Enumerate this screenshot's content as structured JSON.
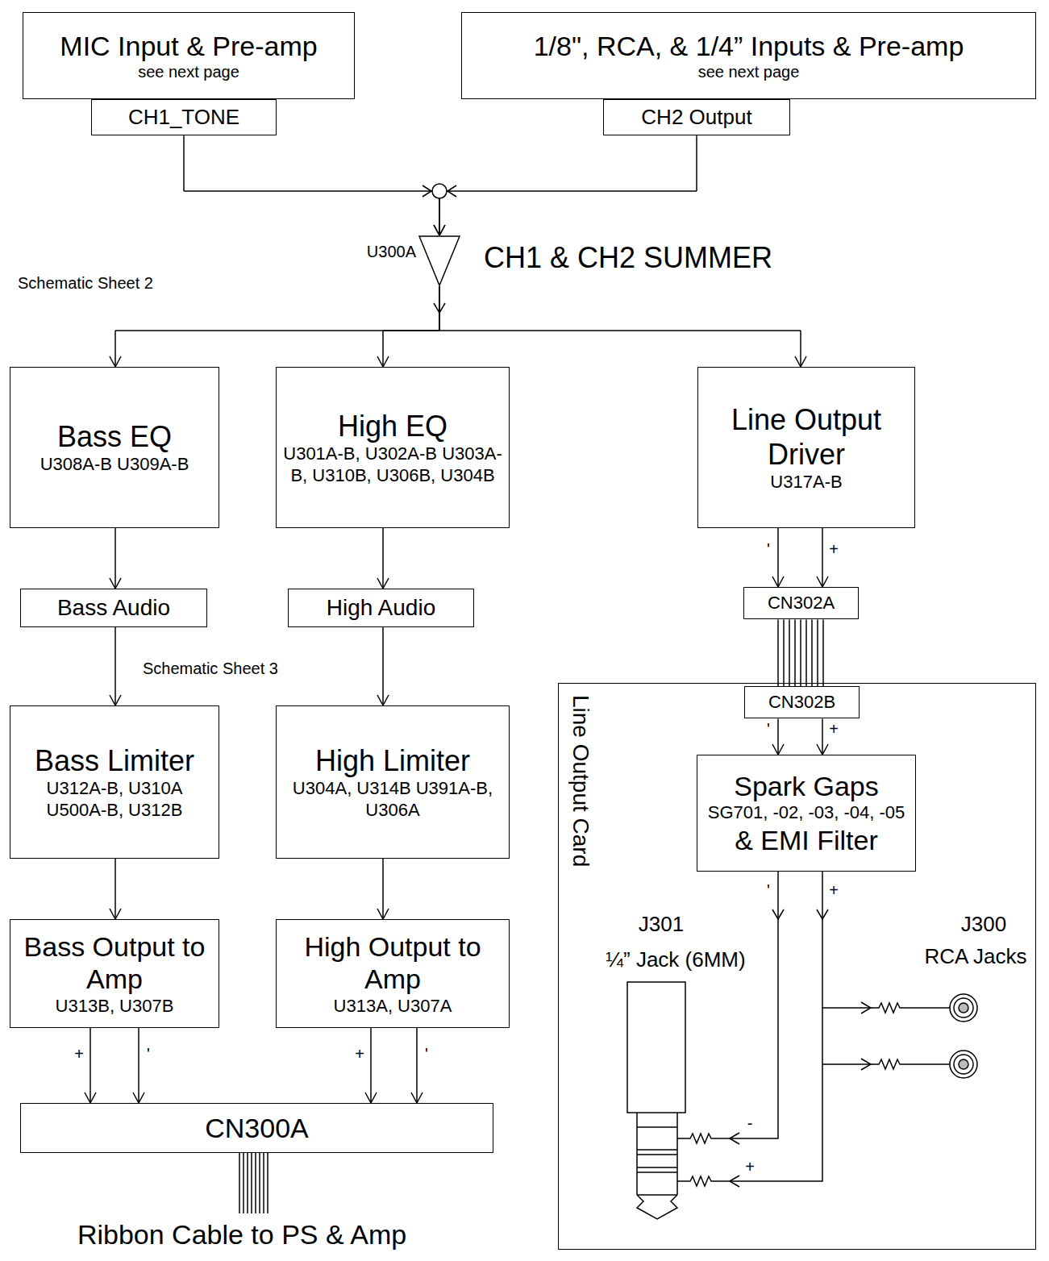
{
  "diagram": {
    "nodes": [
      {
        "text": [
          "MIC Input & Pre-amp",
          "see next page"
        ]
      },
      {
        "text": [
          "CH1_TONE"
        ]
      },
      {
        "text": [
          "1/8\", RCA, & 1/4” Inputs & Pre-amp",
          "see next page"
        ]
      },
      {
        "text": [
          "CH2 Output"
        ]
      },
      {
        "text": [
          "U300A",
          "CH1 & CH2 SUMMER"
        ]
      },
      {
        "text": [
          "Bass EQ",
          "U308A-B U309A-B"
        ]
      },
      {
        "text": [
          "High EQ",
          "U301A-B, U302A-B U303A-B, U310B, U306B, U304B"
        ]
      },
      {
        "text": [
          "Line Output Driver",
          "U317A-B"
        ]
      },
      {
        "text": [
          "Bass Audio"
        ]
      },
      {
        "text": [
          "High Audio"
        ]
      },
      {
        "text": [
          "Bass Limiter",
          "U312A-B, U310A U500A-B, U312B"
        ]
      },
      {
        "text": [
          "High Limiter",
          "U304A, U314B U391A-B, U306A"
        ]
      },
      {
        "text": [
          "Bass Output to Amp",
          "U313B, U307B"
        ]
      },
      {
        "text": [
          "High Output to Amp",
          "U313A, U307A"
        ]
      },
      {
        "text": [
          "CN300A"
        ]
      },
      {
        "text": [
          "CN302A"
        ]
      },
      {
        "text": [
          "Line Output Card"
        ]
      },
      {
        "text": [
          "CN302B"
        ],
        "in": 16
      },
      {
        "text": [
          "Spark Gaps",
          "SG701, -02, -03, -04, -05",
          "& EMI Filter"
        ],
        "in": 16
      }
    ],
    "edges": [
      {
        "from": 1,
        "to": 4,
        "arrow": "to"
      },
      {
        "from": 3,
        "to": 4,
        "arrow": "to"
      },
      {
        "from": 4,
        "to": 5,
        "arrow": "to"
      },
      {
        "from": 4,
        "to": 6,
        "arrow": "to"
      },
      {
        "from": 4,
        "to": 7,
        "arrow": "to"
      },
      {
        "from": 5,
        "to": 8,
        "arrow": "to"
      },
      {
        "from": 6,
        "to": 9,
        "arrow": "to"
      },
      {
        "from": 8,
        "to": 10,
        "arrow": "to"
      },
      {
        "from": 9,
        "to": 11,
        "arrow": "to"
      },
      {
        "from": 10,
        "to": 12,
        "arrow": "to"
      },
      {
        "from": 11,
        "to": 13,
        "arrow": "to"
      },
      {
        "from": 12,
        "to": 14,
        "label": "+",
        "arrow": "to"
      },
      {
        "from": 12,
        "to": 14,
        "label": "'",
        "arrow": "to"
      },
      {
        "from": 13,
        "to": 14,
        "label": "+",
        "arrow": "to"
      },
      {
        "from": 13,
        "to": 14,
        "label": "'",
        "arrow": "to"
      },
      {
        "from": 7,
        "to": 15,
        "label": "'",
        "arrow": "to"
      },
      {
        "from": 7,
        "to": 15,
        "label": "+",
        "arrow": "to"
      },
      {
        "from": 15,
        "to": 17,
        "arrow": "none"
      },
      {
        "from": 17,
        "to": 18,
        "label": "'",
        "arrow": "to"
      },
      {
        "from": 17,
        "to": 18,
        "label": "+",
        "arrow": "to"
      }
    ],
    "labels": [
      "Schematic Sheet 2",
      "Schematic Sheet 3",
      "Ribbon Cable to PS & Amp",
      "J301",
      "¼” Jack (6MM)",
      "J300",
      "RCA Jacks",
      "-",
      "+",
      "'",
      "+"
    ]
  }
}
